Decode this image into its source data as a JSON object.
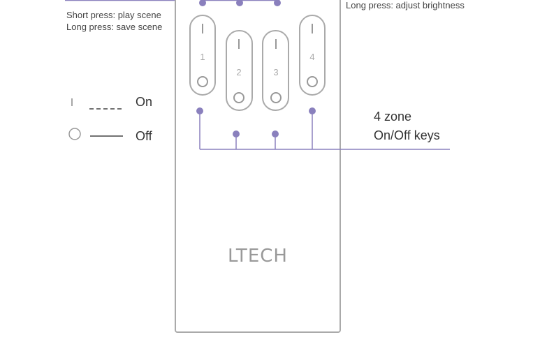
{
  "annotations": {
    "scene_short": "Short press: play scene",
    "scene_long": "Long press: save scene",
    "brightness_long": "Long press: adjust brightness",
    "zone_line1": "4 zone",
    "zone_line2": "On/Off keys"
  },
  "legend": {
    "on_label": "On",
    "off_label": "Off"
  },
  "remote": {
    "brand": "LTECH",
    "keys": [
      {
        "label": "1"
      },
      {
        "label": "2"
      },
      {
        "label": "3"
      },
      {
        "label": "4"
      }
    ]
  },
  "colors": {
    "accent": "#8a80bd",
    "outline": "#aaaaaa"
  }
}
